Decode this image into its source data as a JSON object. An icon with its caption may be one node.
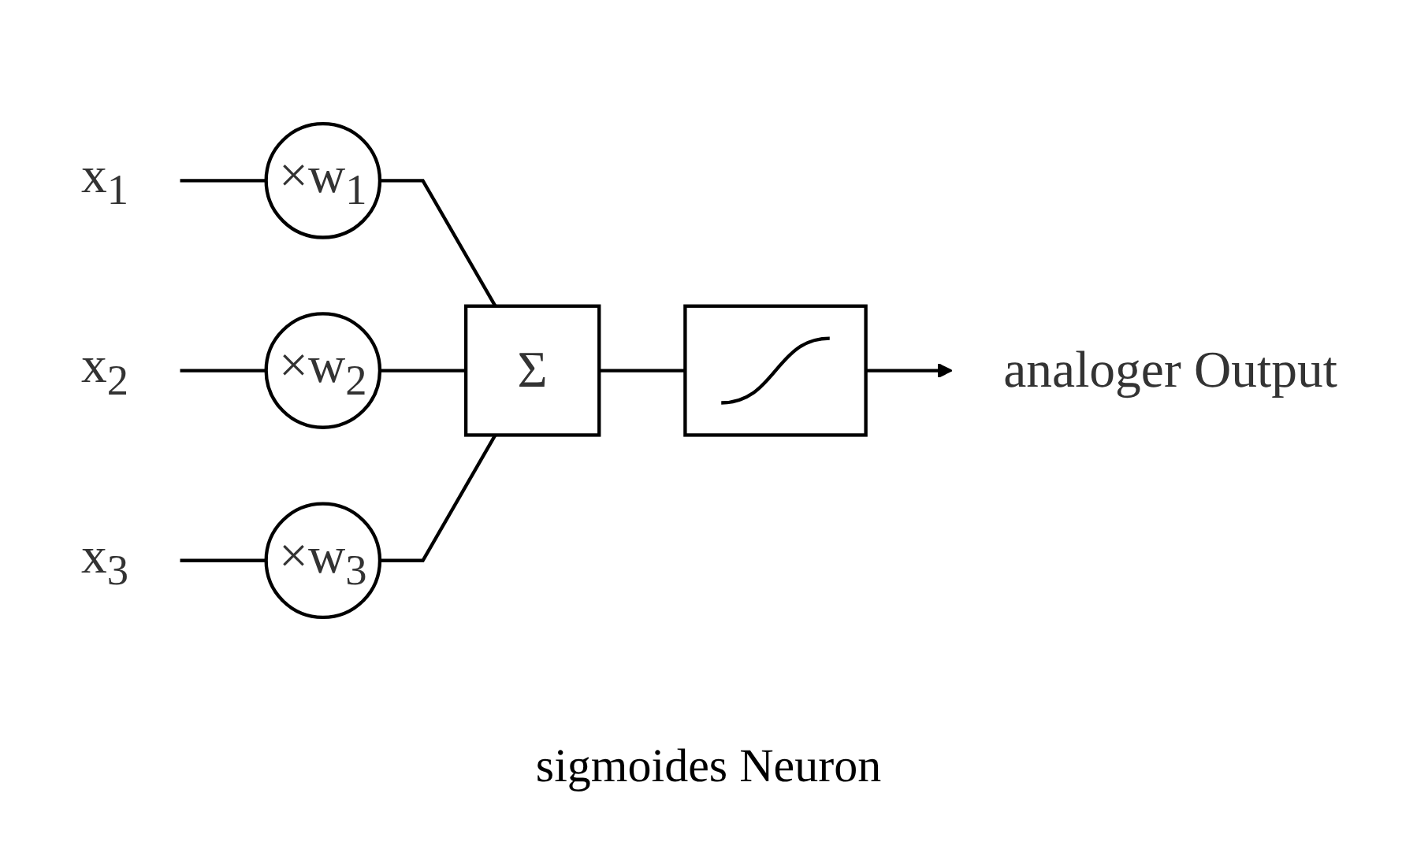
{
  "diagram": {
    "nodes": [
      {
        "text": [
          "x$_{1}$"
        ]
      },
      {
        "text": [
          "x$_{2}$"
        ]
      },
      {
        "text": [
          "x$_{3}$"
        ]
      },
      {
        "text": [
          "×w$_{1}$"
        ]
      },
      {
        "text": [
          "×w$_{2}$"
        ]
      },
      {
        "text": [
          "×w$_{3}$"
        ]
      },
      {
        "text": [
          "Σ"
        ]
      },
      {
        "text": [],
        "shape": "box"
      },
      {
        "text": [
          "analoger Output"
        ]
      }
    ],
    "edges": [
      {
        "from": 0,
        "to": 3,
        "arrow": "none"
      },
      {
        "from": 1,
        "to": 4,
        "arrow": "none"
      },
      {
        "from": 2,
        "to": 5,
        "arrow": "none"
      },
      {
        "from": 3,
        "to": 6,
        "arrow": "none"
      },
      {
        "from": 4,
        "to": 6,
        "arrow": "none"
      },
      {
        "from": 5,
        "to": 6,
        "arrow": "none"
      },
      {
        "from": 6,
        "to": 7,
        "arrow": "none"
      },
      {
        "from": 7,
        "to": 8,
        "arrow": "to"
      }
    ],
    "labels": [
      "sigmoides Neuron"
    ]
  }
}
